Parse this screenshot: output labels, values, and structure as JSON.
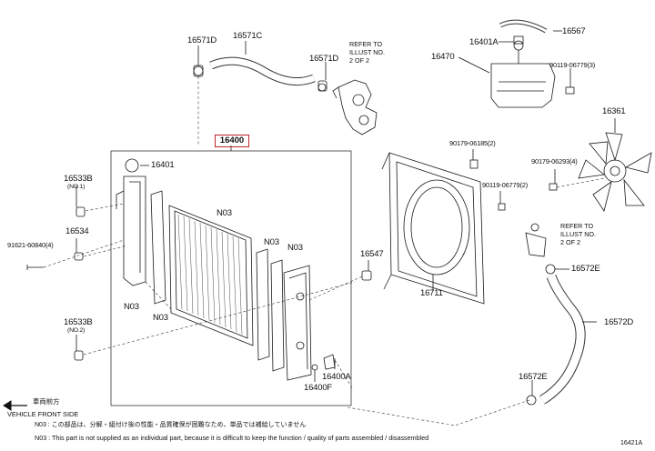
{
  "parts": {
    "p16571D_top": "16571D",
    "p16571C": "16571C",
    "p16571D_mid": "16571D",
    "p16567": "16567",
    "p16401A": "16401A",
    "p16470": "16470",
    "p90119_06779_top": "90119-06779(3)",
    "p16361": "16361",
    "p16400": "16400",
    "p16401": "16401",
    "p16533B_top": "16533B",
    "p16533B_top_qual": "(NO.1)",
    "p90179_06185": "90179-06185(2)",
    "p90179_06293": "90179-06293(4)",
    "p90119_06779_mid": "90119-06779(2)",
    "p91621_60840": "91621-60840(4)",
    "p16534": "16534",
    "pN03_core": "N03",
    "pN03_right_a": "N03",
    "pN03_right_b": "N03",
    "p16547": "16547",
    "p16572E_top": "16572E",
    "pN03_left": "N03",
    "pN03_bottom": "N03",
    "p16711": "16711",
    "p16572D": "16572D",
    "p16533B_bot": "16533B",
    "p16533B_bot_qual": "(NO.2)",
    "p16400A": "16400A",
    "p16400F": "16400F",
    "p16572E_bot": "16572E"
  },
  "refer_top": [
    "REFER TO",
    "ILLUST NO.",
    "2 OF 2"
  ],
  "refer_right": [
    "REFER TO",
    "ILLUST NO.",
    "2 OF 2"
  ],
  "legend": {
    "front_jp": "車両前方",
    "front_en": "VEHICLE FRONT SIDE",
    "note_jp": "N03 : この部品は、分解・組付け後の性能・品質確保が困難なため、単品では補給していません",
    "note_en": "N03 : This part is not supplied as an individual part, because it is difficult to keep the function / quality of parts assembled / disassembled"
  },
  "figure_id": "16421A"
}
